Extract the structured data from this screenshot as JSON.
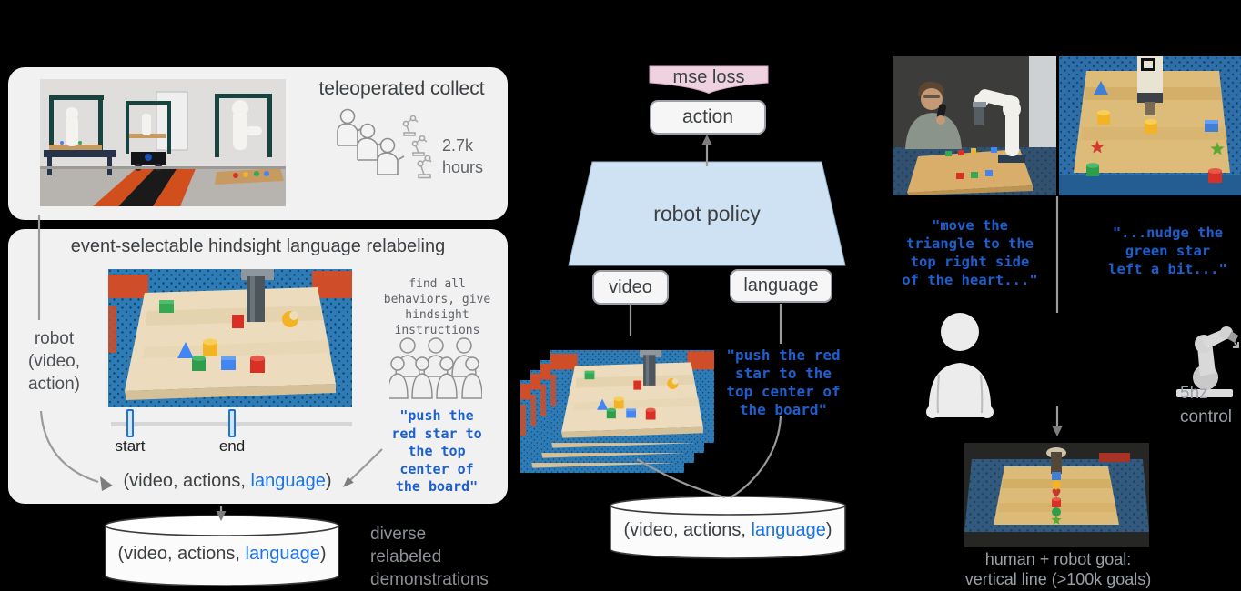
{
  "figure": {
    "collect": {
      "title": "teleoperated collect",
      "hours": "2.7k\nhours"
    },
    "robot_stream_label": "robot\n(video,\naction)",
    "relabel": {
      "title": "event-selectable hindsight language relabeling",
      "annotator_note": "find all\nbehaviors, give\nhindsight\ninstructions",
      "timeline": {
        "start_label": "start",
        "end_label": "end"
      },
      "hindsight_quote": "\"push the\nred star to\nthe top\ncenter of\nthe board\"",
      "tuple": {
        "prefix": "(video, actions, ",
        "language": "language",
        "suffix": ")"
      }
    },
    "dataset": {
      "tuple": {
        "prefix": "(video, actions, ",
        "language": "language",
        "suffix": ")"
      },
      "caption": "diverse\nrelabeled\ndemonstrations"
    },
    "training": {
      "loss_label": "mse loss",
      "action_label": "action",
      "policy_label": "robot policy",
      "video_label": "video",
      "language_label": "language",
      "instruction": "\"push the red\nstar to the\ntop center of\nthe board\"",
      "tuple": {
        "prefix": "(video, actions, ",
        "language": "language",
        "suffix": ")"
      }
    },
    "deployment": {
      "human_quote": "\"move the\ntriangle to the\ntop right side\nof the heart...\"",
      "followup_quote": "\"...nudge the\ngreen star\nleft a bit...\"",
      "control_rate": "5hz\ncontrol",
      "goal_caption": "human + robot goal:\nvertical line  (>100k goals)"
    },
    "colors": {
      "accent_blue": "#1a73e8",
      "instruction_blue": "#1d5fce",
      "loss_pink": "#eed2e0",
      "policy_blue": "#cfe2f3"
    }
  }
}
